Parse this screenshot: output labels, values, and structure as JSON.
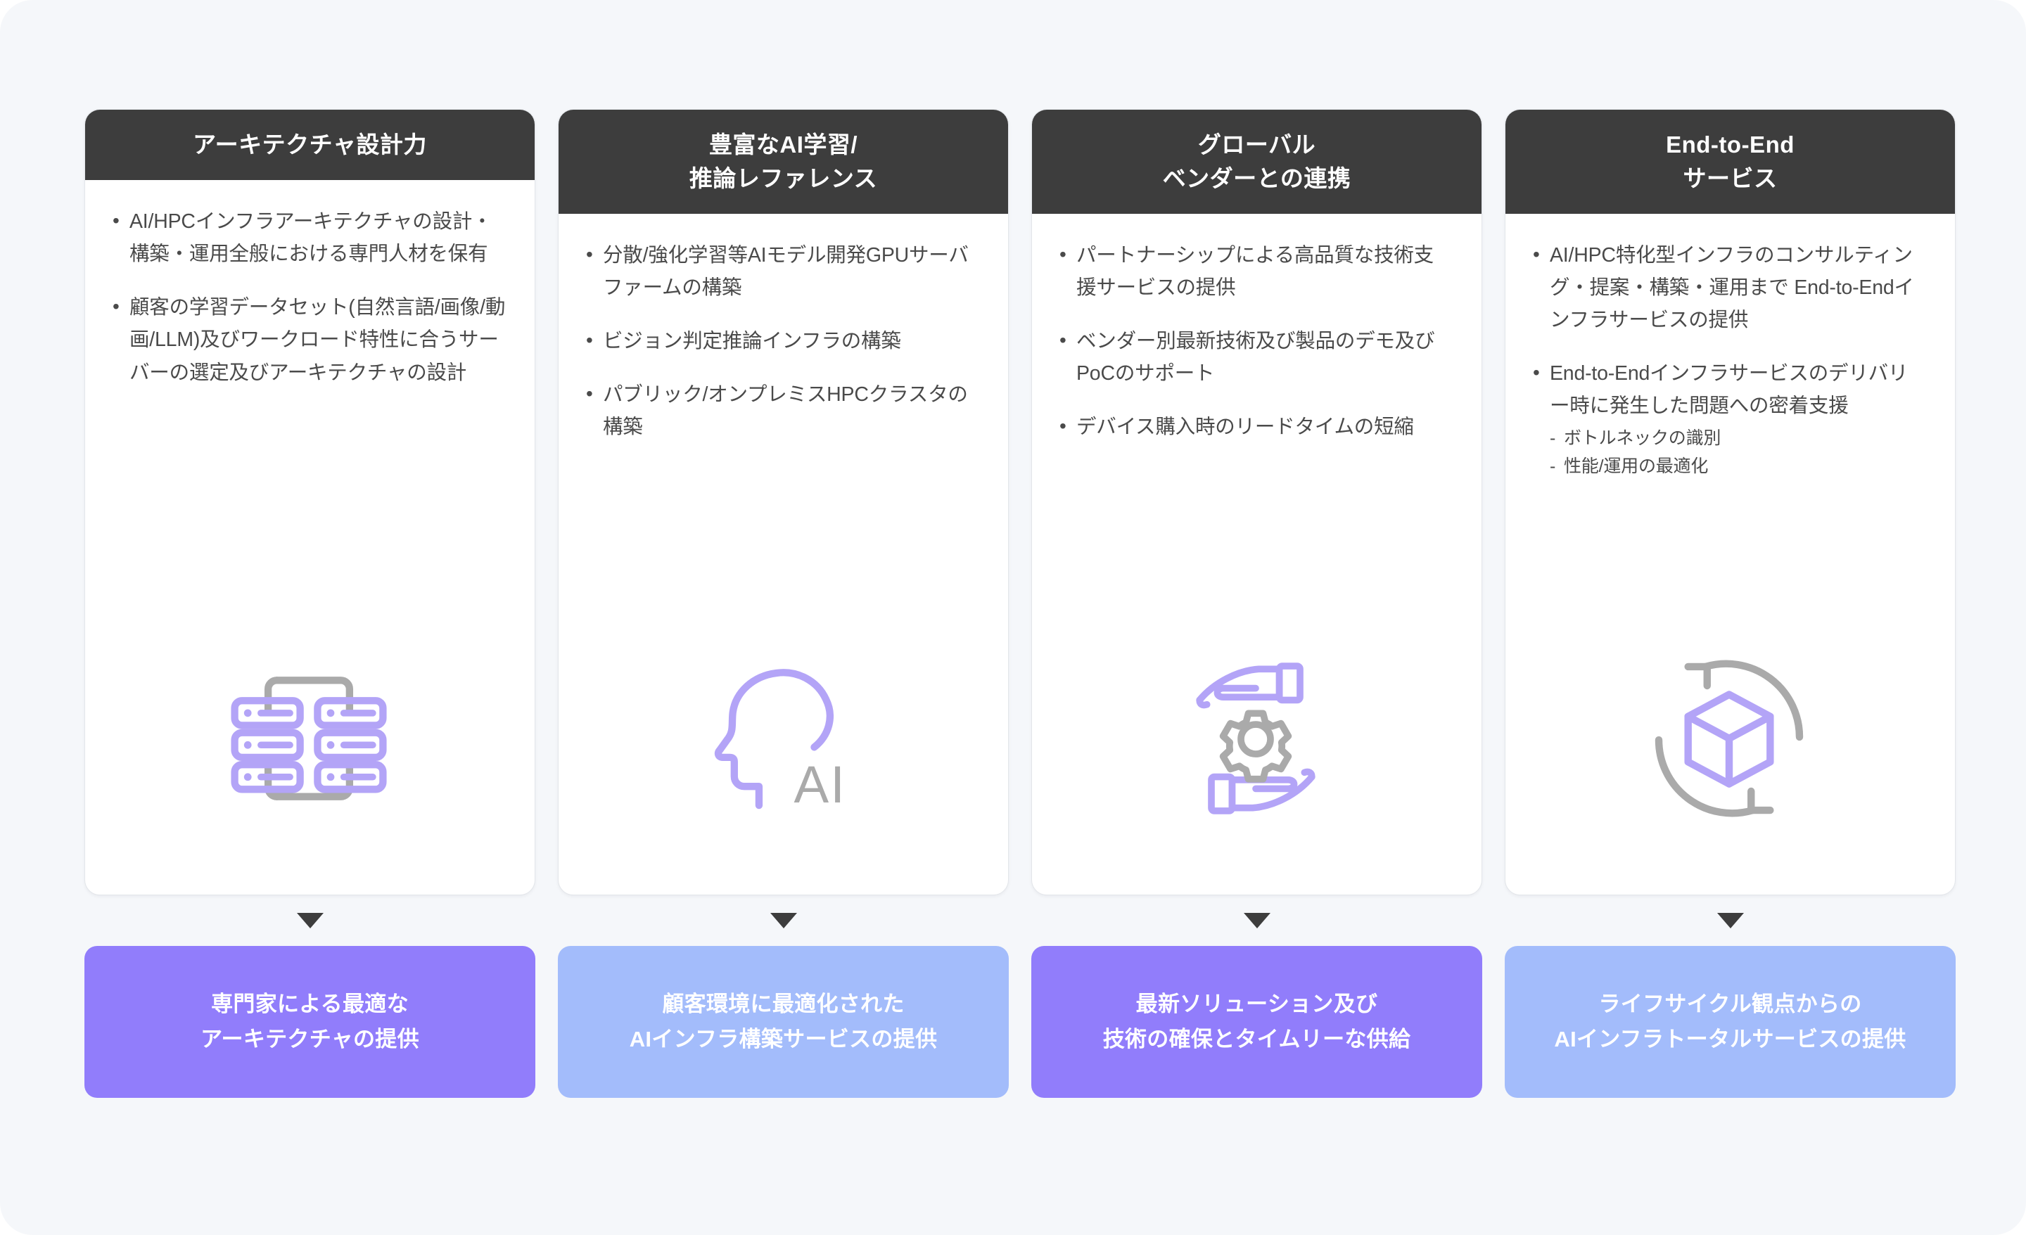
{
  "theme": {
    "page_background": "#f5f7fa",
    "card_background": "#ffffff",
    "header_background": "#3d3d3d",
    "header_text": "#ffffff",
    "body_text": "#4a4a4a",
    "accent_purple": "#b3a4f7",
    "accent_gray": "#aaaaaa",
    "banner_purple": "#917dfb",
    "banner_blue": "#a3bcfb",
    "arrow_color": "#3d3d3d"
  },
  "columns": [
    {
      "id": "architecture-design",
      "header": {
        "line1": "アーキテクチャ設計力",
        "line2": ""
      },
      "bullets": [
        {
          "text": "AI/HPCインフラアーキテクチャの設計・構築・運用全般における専門人材を保有",
          "sub": []
        },
        {
          "text": "顧客の学習データセット(自然言語/画像/動画/LLM)及びワークロード特性に合うサーバーの選定及びアーキテクチャの設計",
          "sub": []
        }
      ],
      "icon": "server-rack-icon",
      "banner": {
        "line1": "専門家による最適な",
        "line2": "アーキテクチャの提供",
        "color": "#917dfb"
      },
      "arrow": "arrow-down-icon"
    },
    {
      "id": "ai-training-inference-reference",
      "header": {
        "line1": "豊富なAI学習/",
        "line2": "推論レファレンス"
      },
      "bullets": [
        {
          "text": "分散/強化学習等AIモデル開発GPUサーバファームの構築",
          "sub": []
        },
        {
          "text": "ビジョン判定推論インフラの構築",
          "sub": []
        },
        {
          "text": "パブリック/オンプレミスHPCクラスタの構築",
          "sub": []
        }
      ],
      "icon": "ai-head-icon",
      "banner": {
        "line1": "顧客環境に最適化された",
        "line2": "AIインフラ構築サービスの提供",
        "color": "#a3bcfb"
      },
      "arrow": "arrow-down-icon"
    },
    {
      "id": "global-vendor-partnership",
      "header": {
        "line1": "グローバル",
        "line2": "ベンダーとの連携"
      },
      "bullets": [
        {
          "text": "パートナーシップによる高品質な技術支援サービスの提供",
          "sub": []
        },
        {
          "text": "ベンダー別最新技術及び製品のデモ及びPoCのサポート",
          "sub": []
        },
        {
          "text": "デバイス購入時のリードタイムの短縮",
          "sub": []
        }
      ],
      "icon": "hands-gear-icon",
      "banner": {
        "line1": "最新ソリューション及び",
        "line2": "技術の確保とタイムリーな供給",
        "color": "#917dfb"
      },
      "arrow": "arrow-down-icon"
    },
    {
      "id": "end-to-end-service",
      "header": {
        "line1": "End-to-End",
        "line2": "サービス"
      },
      "bullets": [
        {
          "text": "AI/HPC特化型インフラのコンサルティング・提案・構築・運用まで End-to-Endインフラサービスの提供",
          "sub": []
        },
        {
          "text": "End-to-Endインフラサービスのデリバリー時に発生した問題への密着支援",
          "sub": [
            "ボトルネックの識別",
            "性能/運用の最適化"
          ]
        }
      ],
      "icon": "lifecycle-cube-icon",
      "banner": {
        "line1": "ライフサイクル観点からの",
        "line2": "AIインフラトータルサービスの提供",
        "color": "#a3bcfb"
      },
      "arrow": "arrow-down-icon"
    }
  ]
}
